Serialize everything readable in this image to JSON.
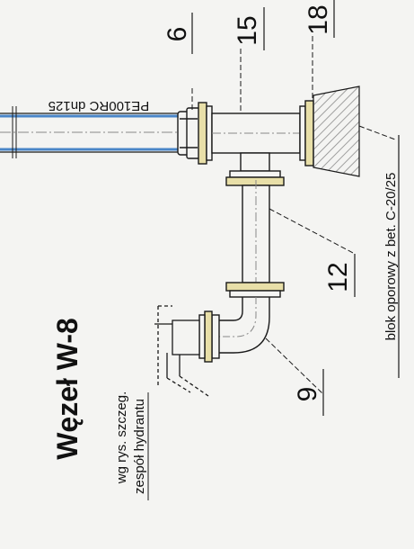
{
  "drawing": {
    "title": "Węzeł W-8",
    "note_line1": "wg rys. szczeg.",
    "note_line2": "zespół hydrantu",
    "pipe_label": "PE100RC dn125",
    "support_label": "blok oporowy z bet. C-20/25"
  },
  "callouts": [
    {
      "id": "6"
    },
    {
      "id": "15"
    },
    {
      "id": "18"
    },
    {
      "id": "12"
    },
    {
      "id": "9"
    }
  ],
  "colors": {
    "pipe_blue": "#4a86c8",
    "ink": "#1a1a1a",
    "flange_yellow": "#e8dfa8",
    "hatch": "#8a8a8a"
  }
}
